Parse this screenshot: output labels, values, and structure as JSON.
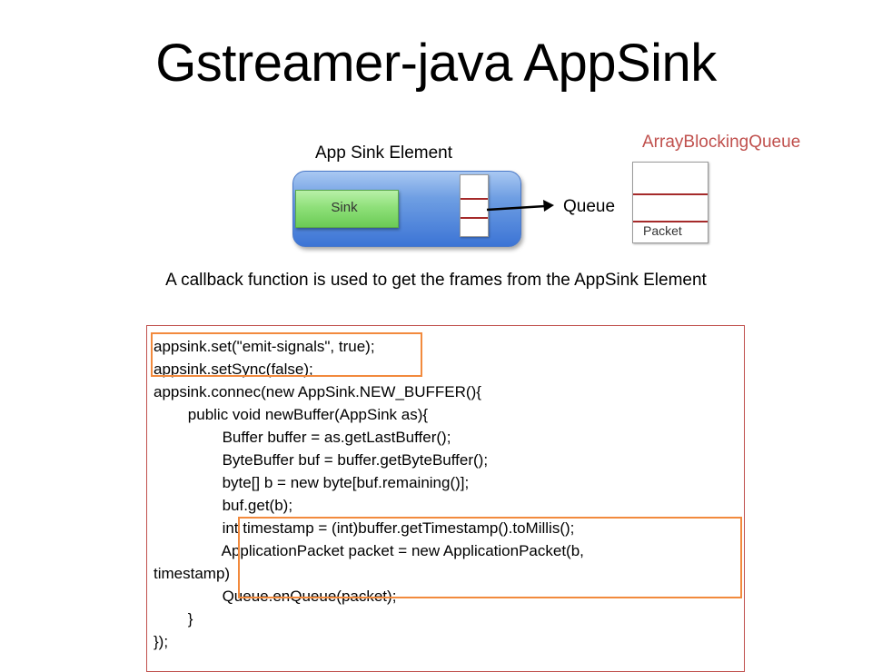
{
  "title": "Gstreamer-java AppSink",
  "diagram": {
    "element_label": "App Sink Element",
    "sink_label": "Sink",
    "queue_label": "Queue",
    "abq_label": "ArrayBlockingQueue",
    "packet_label": "Packet",
    "colors": {
      "element_fill": "#4f85dc",
      "sink_fill": "#8fe07a",
      "queue_title": "#c0504d",
      "slot_line": "#a52a2a",
      "highlight": "#f28a3d"
    }
  },
  "caption": "A callback function is used to get the frames from the AppSink Element",
  "code": {
    "lines": [
      "appsink.set(\"emit-signals\", true);",
      "appsink.setSync(false);",
      "appsink.connec(new AppSink.NEW_BUFFER(){",
      "        public void newBuffer(AppSink as){",
      "                Buffer buffer = as.getLastBuffer();",
      "                ByteBuffer buf = buffer.getByteBuffer();",
      "                byte[] b = new byte[buf.remaining()];",
      "                buf.get(b);",
      "                int timestamp = (int)buffer.getTimestamp().toMillis();",
      "                ApplicationPacket packet = new ApplicationPacket(b,",
      "timestamp)",
      "                Queue.enQueue(packet);",
      "        }",
      "});"
    ]
  }
}
